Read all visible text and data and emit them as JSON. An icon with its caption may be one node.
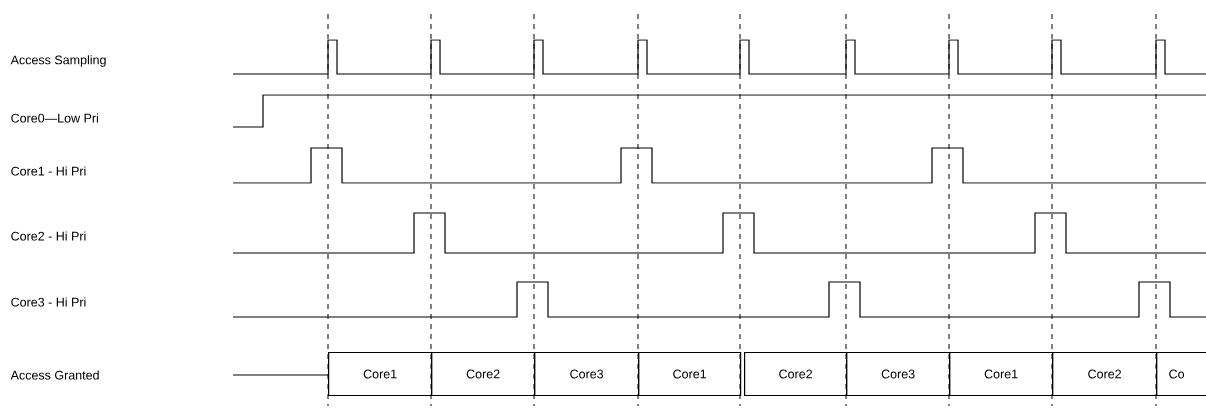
{
  "diagram": {
    "nodes": [
      {
        "text": [
          "Core1"
        ]
      },
      {
        "text": [
          "Core2"
        ]
      },
      {
        "text": [
          "Core3"
        ]
      },
      {
        "text": [
          "Core1"
        ]
      },
      {
        "text": [
          "Core2"
        ]
      },
      {
        "text": [
          "Core3"
        ]
      },
      {
        "text": [
          "Core1"
        ]
      },
      {
        "text": [
          "Core2"
        ]
      },
      {
        "text": [
          "Co"
        ]
      }
    ],
    "edges": [],
    "labels": [
      "Access Sampling",
      "Core0—Low Pri",
      "Core1 - Hi Pri",
      "Core2 - Hi Pri",
      "Core3 - Hi Pri",
      "Access Granted"
    ]
  }
}
